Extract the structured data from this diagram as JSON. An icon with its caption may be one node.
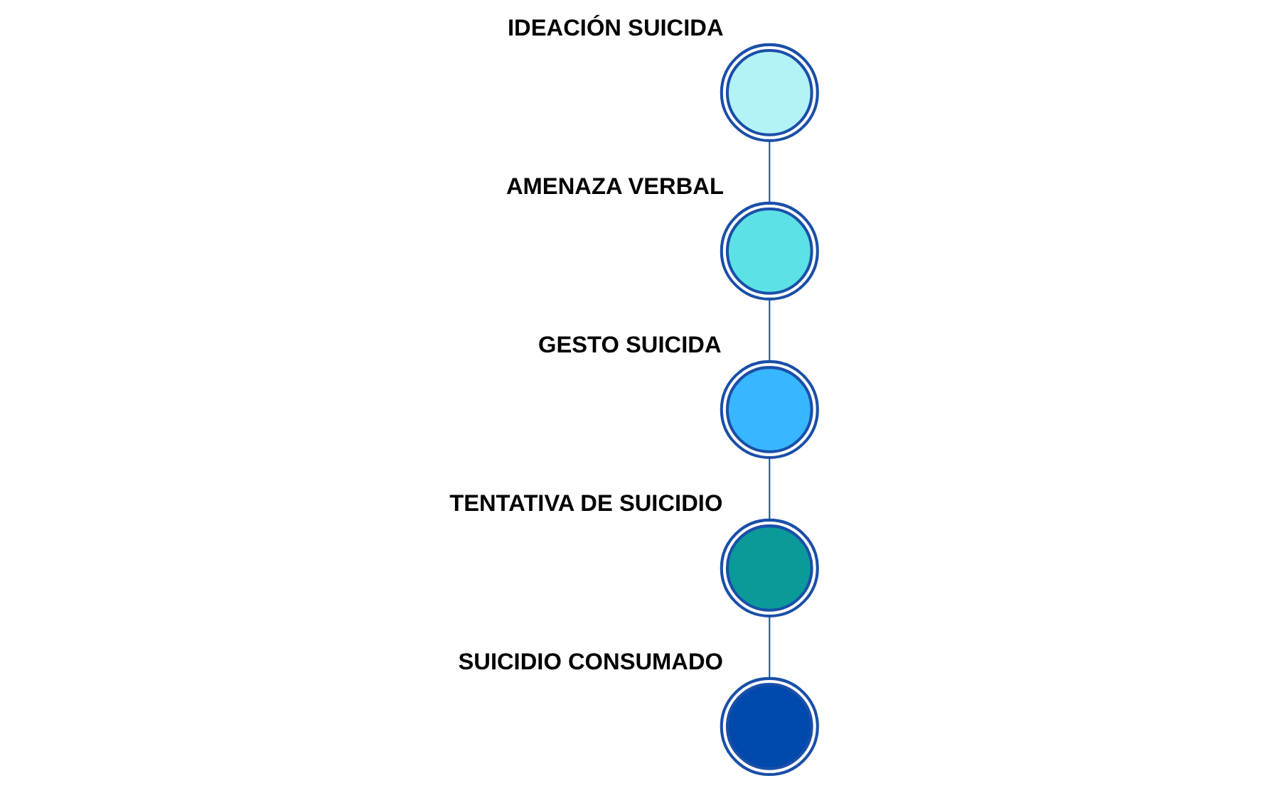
{
  "diagram": {
    "nodes": [
      {
        "text": [
          "IDEACIÓN SUICIDA"
        ]
      },
      {
        "text": [
          "AMENAZA VERBAL"
        ]
      },
      {
        "text": [
          "GESTO SUICIDA"
        ]
      },
      {
        "text": [
          "TENTATIVA DE SUICIDIO"
        ]
      },
      {
        "text": [
          "SUICIDIO CONSUMADO"
        ]
      }
    ],
    "edges": [
      {
        "from": 0,
        "to": 1,
        "arrow": "none"
      },
      {
        "from": 1,
        "to": 2,
        "arrow": "none"
      },
      {
        "from": 2,
        "to": 3,
        "arrow": "none"
      },
      {
        "from": 3,
        "to": 4,
        "arrow": "none"
      }
    ]
  }
}
